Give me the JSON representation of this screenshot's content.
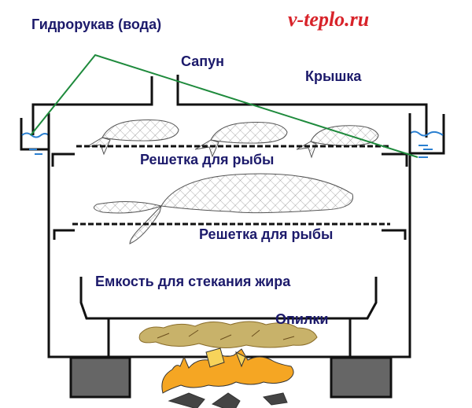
{
  "brand": "v-teplo.ru",
  "labels": {
    "hydro_seal": "Гидрорукав (вода)",
    "vent": "Сапун",
    "lid": "Крышка",
    "grate_upper": "Решетка для рыбы",
    "grate_lower": "Решетка для рыбы",
    "fat_tray": "Емкость для стекания жира",
    "sawdust": "Опилки"
  },
  "colors": {
    "label": "#1c1a6b",
    "brand": "#d8232a",
    "pointer_line": "#1e8a3c",
    "water": "#2a7fd0",
    "legs": "#666666",
    "fire": "#f5a623",
    "sawdust": "#c8b26a"
  }
}
